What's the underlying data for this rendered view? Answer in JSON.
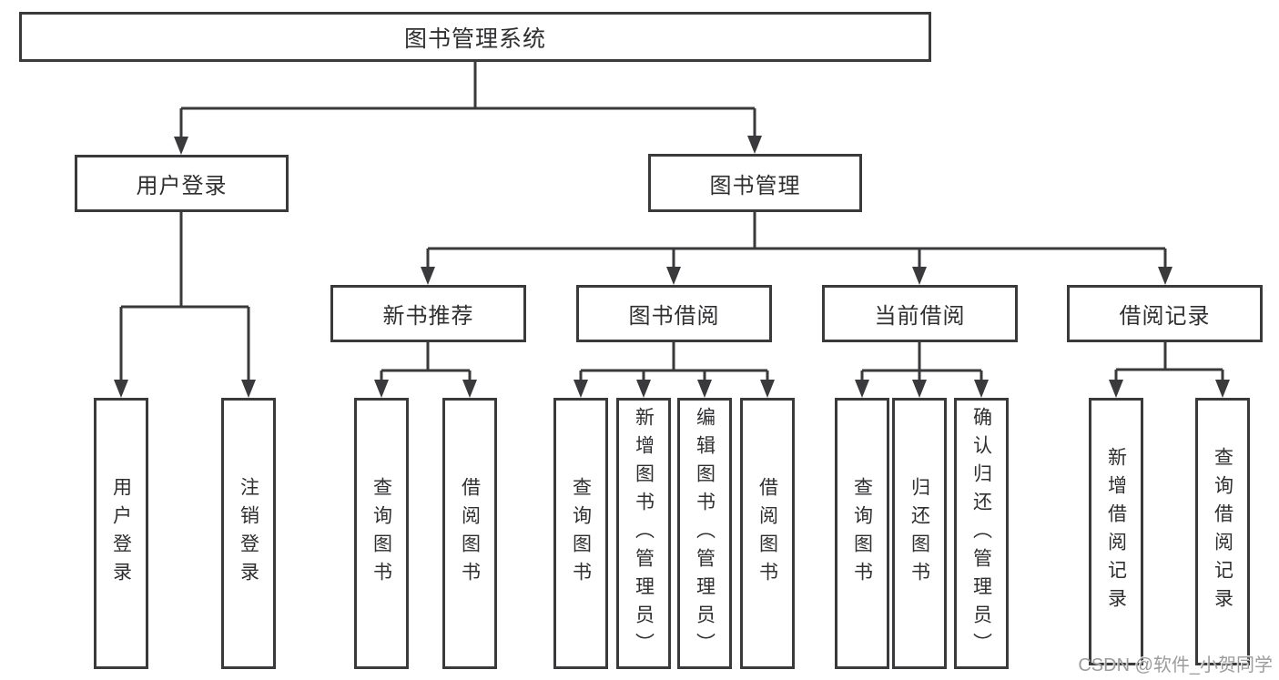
{
  "colors": {
    "line": "#3a3a3c",
    "text": "#2f2f31",
    "watermark": "#9c9c9c",
    "background": "#ffffff"
  },
  "watermark": {
    "text": "CSDN @软件_小贺同学"
  },
  "nodes": {
    "root": {
      "label": "图书管理系统"
    },
    "user_login": {
      "label": "用户登录"
    },
    "book_management": {
      "label": "图书管理"
    },
    "new_book_recommend": {
      "label": "新书推荐"
    },
    "book_borrowing": {
      "label": "图书借阅"
    },
    "current_borrowing": {
      "label": "当前借阅"
    },
    "borrowing_records": {
      "label": "借阅记录"
    },
    "leaf_user_login": {
      "label": "用户登录"
    },
    "leaf_logout": {
      "label": "注销登录"
    },
    "leaf_query_books_recommend": {
      "label": "查询图书"
    },
    "leaf_borrow_books_recommend": {
      "label": "借阅图书"
    },
    "leaf_query_books_borrowing": {
      "label": "查询图书"
    },
    "leaf_add_books": {
      "label": "新增图书（管理员）"
    },
    "leaf_edit_books": {
      "label": "编辑图书（管理员）"
    },
    "leaf_borrow_books": {
      "label": "借阅图书"
    },
    "leaf_query_books_current": {
      "label": "查询图书"
    },
    "leaf_return_books": {
      "label": "归还图书"
    },
    "leaf_confirm_return": {
      "label": "确认归还（管理员）"
    },
    "leaf_add_borrow_record": {
      "label": "新增借阅记录"
    },
    "leaf_query_borrow_record": {
      "label": "查询借阅记录"
    }
  }
}
